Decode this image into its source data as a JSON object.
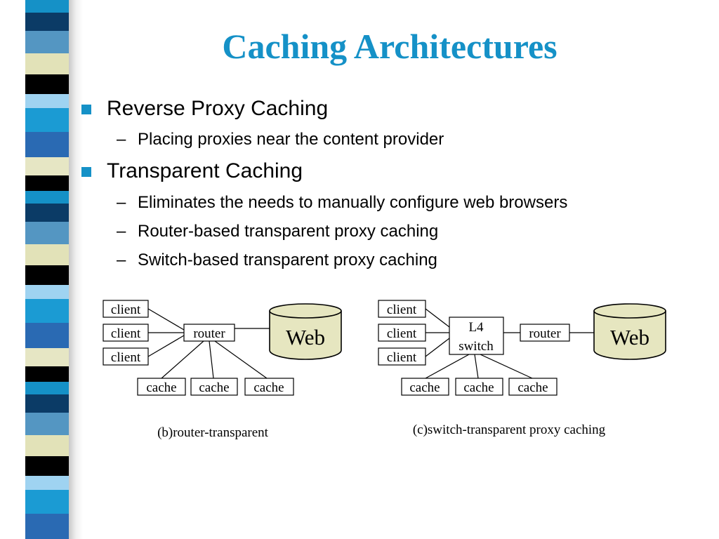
{
  "slide": {
    "title": "Caching Architectures",
    "accent_color": "#1591c7"
  },
  "stripe_colors": [
    "#1591c7",
    "#0b3b66",
    "#5496c2",
    "#e2e2b8",
    "#000000",
    "#9fd3f1",
    "#1b9bd3",
    "#2a6ab3",
    "#e6e6c4",
    "#000000"
  ],
  "bullets": [
    {
      "text": "Reverse Proxy Caching",
      "subs": [
        "Placing proxies near the content provider"
      ]
    },
    {
      "text": "Transparent Caching",
      "subs": [
        "Eliminates the needs to manually configure web browsers",
        "Router-based transparent proxy caching",
        "Switch-based transparent proxy caching"
      ]
    }
  ],
  "sub_bullet_marker": "–",
  "diagram_b": {
    "clients": [
      "client",
      "client",
      "client"
    ],
    "router": "router",
    "caches": [
      "cache",
      "cache",
      "cache"
    ],
    "web": "Web",
    "caption": "(b)router-transparent"
  },
  "diagram_c": {
    "clients": [
      "client",
      "client",
      "client"
    ],
    "switch_line1": "L4",
    "switch_line2": "switch",
    "router": "router",
    "caches": [
      "cache",
      "cache",
      "cache"
    ],
    "web": "Web",
    "caption": "(c)switch-transparent proxy caching"
  },
  "web_fill": "#e6e6c0"
}
